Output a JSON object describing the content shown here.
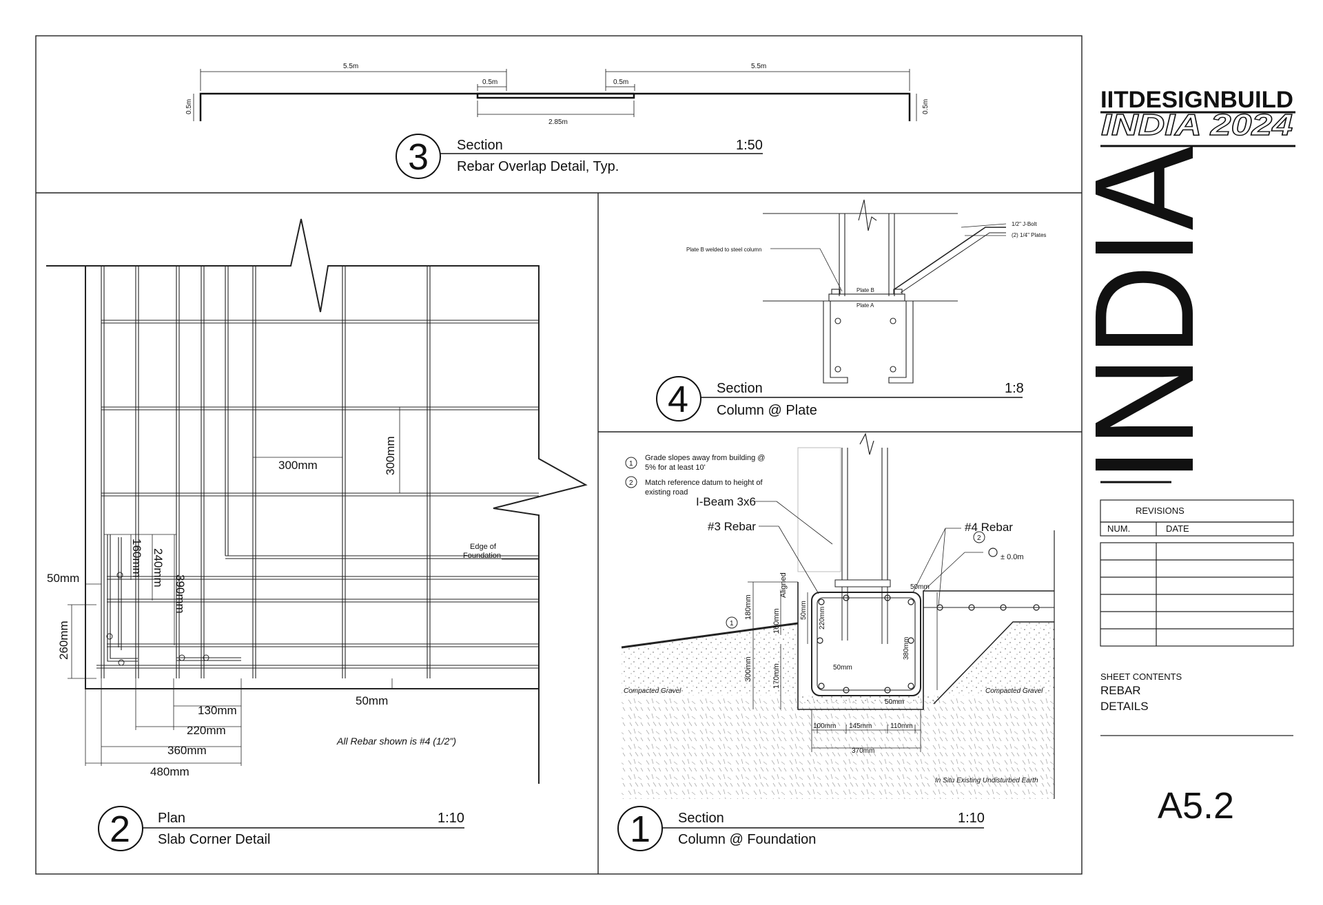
{
  "brand": {
    "line1": "IITDESIGNBUILD",
    "line2": "INDIA 2024",
    "vertical": "INDIA"
  },
  "revisions": {
    "title": "REVISIONS",
    "col_num": "NUM.",
    "col_date": "DATE"
  },
  "sheet": {
    "contents_label": "SHEET CONTENTS",
    "contents_line1": "REBAR",
    "contents_line2": "DETAILS",
    "number": "A5.2"
  },
  "detail3": {
    "num": "3",
    "kind": "Section",
    "scale": "1:50",
    "name": "Rebar Overlap Detail, Typ.",
    "dims": {
      "left": "5.5m",
      "right": "5.5m",
      "lap_left": "0.5m",
      "lap_right": "0.5m",
      "overlap": "2.85m",
      "h_left": "0.5m",
      "h_right": "0.5m"
    }
  },
  "detail4": {
    "num": "4",
    "kind": "Section",
    "scale": "1:8",
    "name": "Column @ Plate",
    "labels": {
      "jbolt": "1/2\" J-Bolt",
      "plates": "(2) 1/4\" Plates",
      "plate_b_welded": "Plate B welded to steel column",
      "plate_b": "Plate B",
      "plate_a": "Plate A"
    }
  },
  "detail2": {
    "num": "2",
    "kind": "Plan",
    "scale": "1:10",
    "name": "Slab Corner Detail",
    "dims": {
      "d300h": "300mm",
      "d300v": "300mm",
      "d160": "160mm",
      "d240": "240mm",
      "d390": "390mm",
      "d50": "50mm",
      "d260": "260mm",
      "d50b": "50mm",
      "d130": "130mm",
      "d220": "220mm",
      "d360": "360mm",
      "d480": "480mm"
    },
    "edge_line1": "Edge of",
    "edge_line2": "Foundation",
    "note": "All Rebar shown is #4 (1/2\")"
  },
  "detail1": {
    "num": "1",
    "kind": "Section",
    "scale": "1:10",
    "name": "Column @ Foundation",
    "notes": [
      {
        "n": "1",
        "line1": "Grade slopes away from building @",
        "line2": "5% for at least 10'"
      },
      {
        "n": "2",
        "line1": "Match reference datum to height of",
        "line2": "existing road"
      }
    ],
    "labels": {
      "ibeam": "I-Beam 3x6",
      "rebar3": "#3 Rebar",
      "rebar4": "#4 Rebar",
      "aligned": "Aligned",
      "datum": "± 0.0m",
      "gravel_l": "Compacted Gravel",
      "gravel_r": "Compacted Gravel",
      "earth": "In Situ Existing Undisturbed Earth",
      "c1": "1",
      "c2": "2"
    },
    "dims": {
      "d180": "180mm",
      "d160": "160mm",
      "d50a": "50mm",
      "d220": "220mm",
      "d300": "300mm",
      "d170": "170mm",
      "d50top": "50mm",
      "d380": "380mm",
      "d50c": "50mm",
      "d50r": "50mm",
      "d100": "100mm",
      "d145": "145mm",
      "d110": "110mm",
      "d370": "370mm"
    }
  }
}
